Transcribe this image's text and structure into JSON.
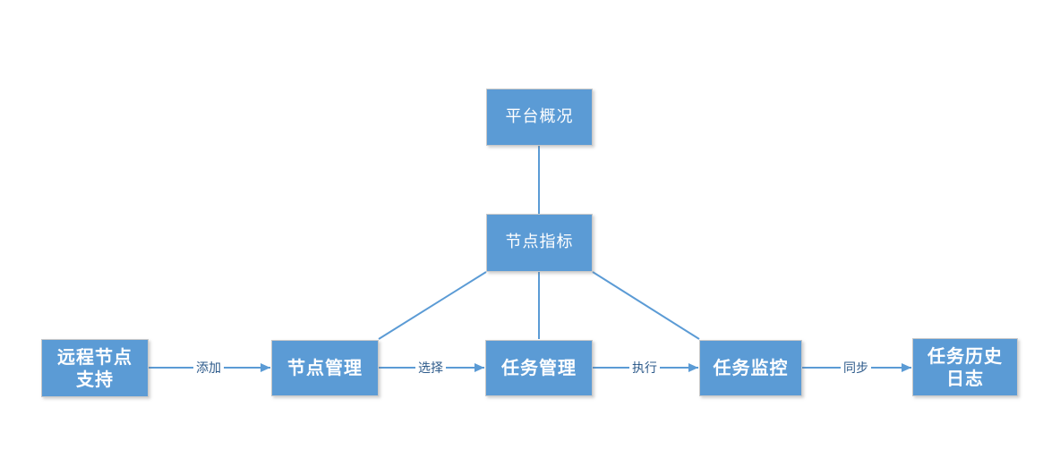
{
  "diagram": {
    "type": "flowchart",
    "nodes": [
      {
        "id": "platform-overview",
        "lines": [
          "平台概况"
        ]
      },
      {
        "id": "node-metrics",
        "lines": [
          "节点指标"
        ]
      },
      {
        "id": "remote-node-support",
        "lines": [
          "远程节点",
          "支持"
        ]
      },
      {
        "id": "node-management",
        "lines": [
          "节点管理"
        ]
      },
      {
        "id": "task-management",
        "lines": [
          "任务管理"
        ]
      },
      {
        "id": "task-monitoring",
        "lines": [
          "任务监控"
        ]
      },
      {
        "id": "task-history-log",
        "lines": [
          "任务历史",
          "日志"
        ]
      }
    ],
    "edges": [
      {
        "from": "remote-node-support",
        "to": "node-management",
        "label": "添加",
        "arrow": true
      },
      {
        "from": "node-management",
        "to": "task-management",
        "label": "选择",
        "arrow": true
      },
      {
        "from": "task-management",
        "to": "task-monitoring",
        "label": "执行",
        "arrow": true
      },
      {
        "from": "task-monitoring",
        "to": "task-history-log",
        "label": "同步",
        "arrow": true
      },
      {
        "from": "platform-overview",
        "to": "node-metrics",
        "label": "",
        "arrow": false
      },
      {
        "from": "node-metrics",
        "to": "node-management",
        "label": "",
        "arrow": false
      },
      {
        "from": "node-metrics",
        "to": "task-management",
        "label": "",
        "arrow": false
      },
      {
        "from": "node-metrics",
        "to": "task-monitoring",
        "label": "",
        "arrow": false
      }
    ],
    "colors": {
      "node_fill": "#5B9BD5",
      "node_text": "#FFFFFF",
      "node_border": "#C9C9C9",
      "connector": "#5B9BD5",
      "edge_label_text": "#2E5B8B"
    }
  }
}
